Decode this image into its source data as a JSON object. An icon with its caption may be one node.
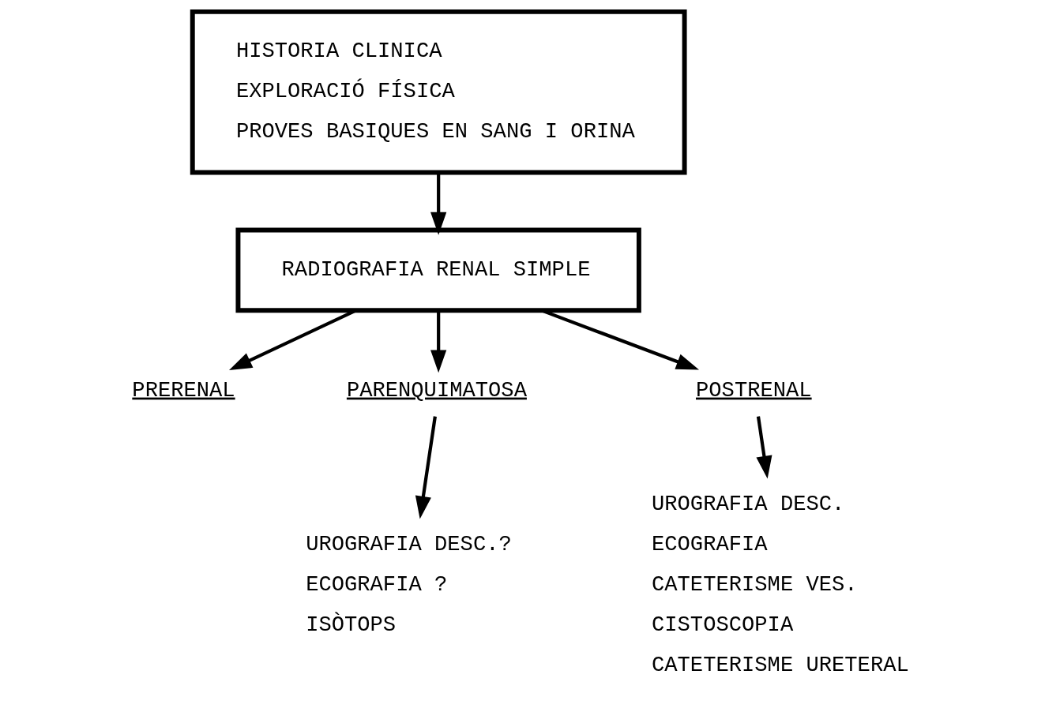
{
  "diagram": {
    "nodes": [
      {
        "text": [
          "HISTORIA CLINICA",
          "EXPLORACIÓ FÍSICA",
          "PROVES BASIQUES EN SANG I ORINA"
        ]
      },
      {
        "text": [
          "RADIOGRAFIA RENAL SIMPLE"
        ]
      },
      {
        "text": [
          "PRERENAL"
        ]
      },
      {
        "text": [
          "PARENQUIMATOSA"
        ]
      },
      {
        "text": [
          "POSTRENAL"
        ]
      },
      {
        "text": [
          "UROGRAFIA DESC.?",
          "ECOGRAFIA ?",
          "ISÒTOPS"
        ]
      },
      {
        "text": [
          "UROGRAFIA DESC.",
          "ECOGRAFIA",
          "CATETERISME VES.",
          "CISTOSCOPIA",
          "CATETERISME URETERAL"
        ]
      }
    ],
    "edges": [
      {
        "from": 0,
        "to": 1,
        "arrow": "to"
      },
      {
        "from": 1,
        "to": 2,
        "arrow": "to"
      },
      {
        "from": 1,
        "to": 3,
        "arrow": "to"
      },
      {
        "from": 1,
        "to": 4,
        "arrow": "to"
      },
      {
        "from": 3,
        "to": 5,
        "arrow": "to"
      },
      {
        "from": 4,
        "to": 6,
        "arrow": "to"
      }
    ]
  }
}
